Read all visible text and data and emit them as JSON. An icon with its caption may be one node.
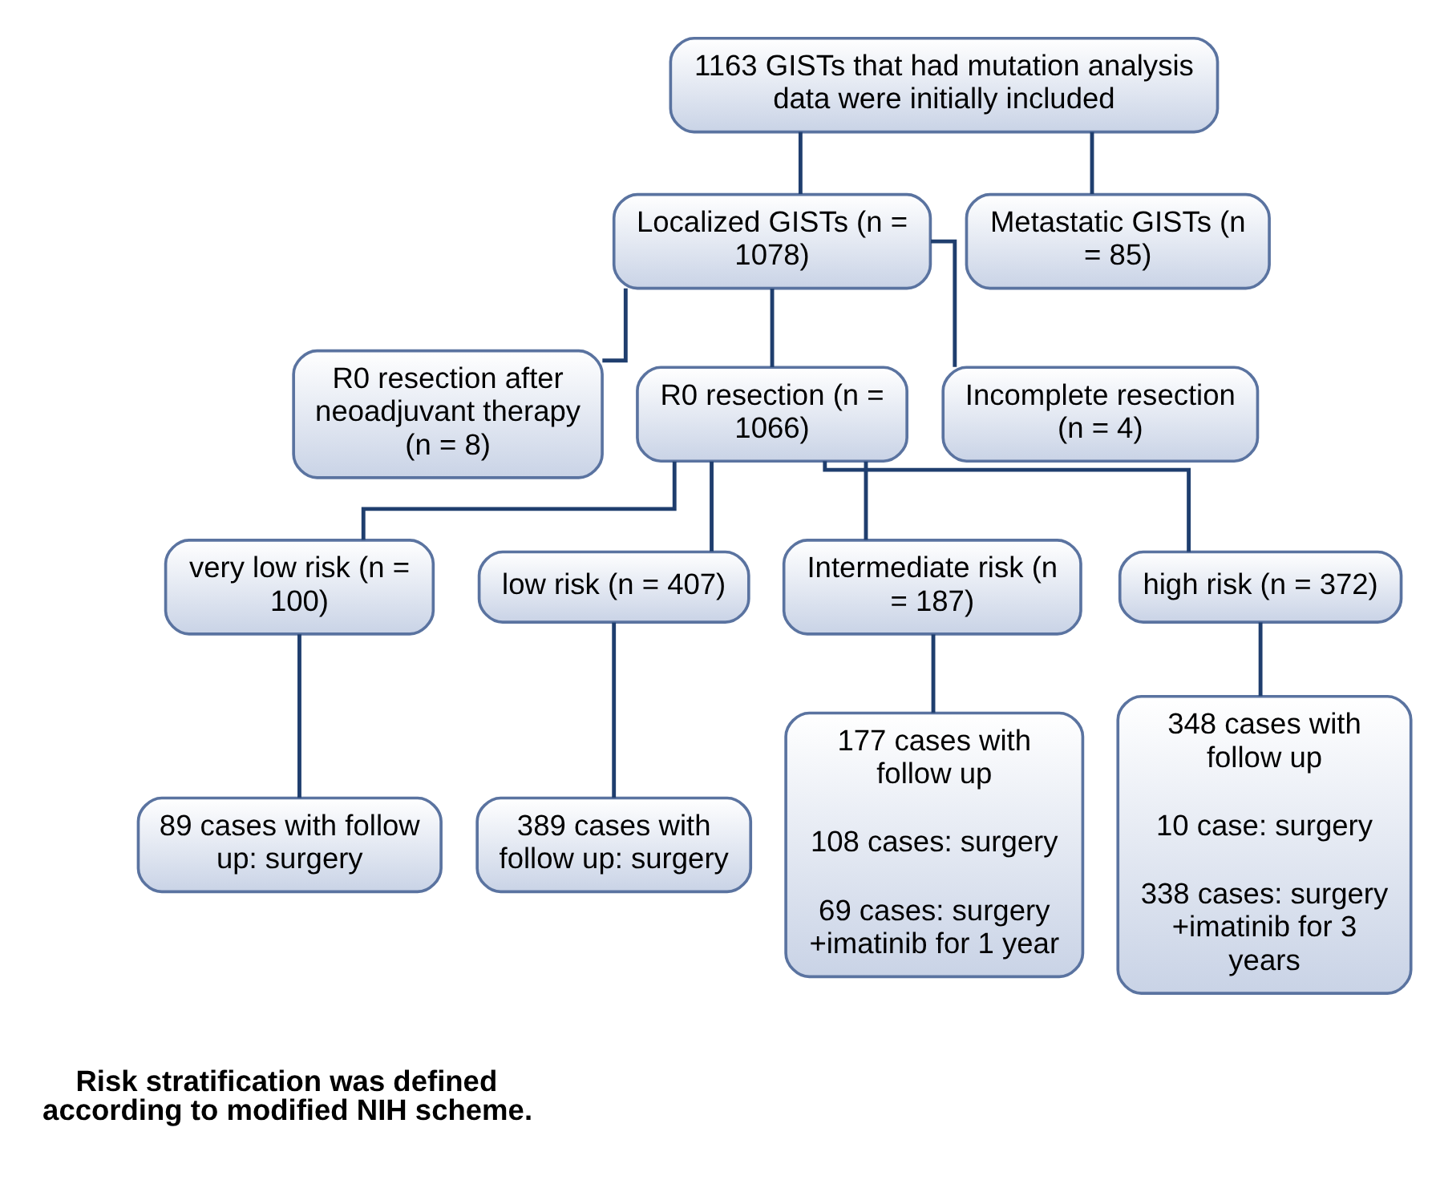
{
  "diagram": {
    "nodes": [
      {
        "text": [
          "1163 GISTs that had mutation analysis data were initially included"
        ]
      },
      {
        "text": [
          "Localized GISTs (n = 1078)"
        ]
      },
      {
        "text": [
          "Metastatic GISTs (n = 85)"
        ]
      },
      {
        "text": [
          "R0 resection after neoadjuvant therapy (n = 8)"
        ]
      },
      {
        "text": [
          "R0 resection (n = 1066)"
        ]
      },
      {
        "text": [
          "Incomplete resection (n = 4)"
        ]
      },
      {
        "text": [
          "very low risk (n = 100)"
        ]
      },
      {
        "text": [
          "low risk (n = 407)"
        ]
      },
      {
        "text": [
          "Intermediate risk (n = 187)"
        ]
      },
      {
        "text": [
          "high risk (n = 372)"
        ]
      },
      {
        "text": [
          "89 cases with follow up: surgery"
        ]
      },
      {
        "text": [
          "389 cases with follow up: surgery"
        ]
      },
      {
        "text": [
          "177 cases with follow up",
          "108 cases: surgery",
          "69 cases: surgery +imatinib for 1 year"
        ]
      },
      {
        "text": [
          "348 cases with follow up",
          "10 case: surgery",
          "338 cases: surgery +imatinib for 3 years"
        ]
      }
    ],
    "edges": [
      {
        "from": 0,
        "to": 1,
        "arrow": "none"
      },
      {
        "from": 0,
        "to": 2,
        "arrow": "none"
      },
      {
        "from": 1,
        "to": 3,
        "arrow": "none"
      },
      {
        "from": 1,
        "to": 4,
        "arrow": "none"
      },
      {
        "from": 1,
        "to": 5,
        "arrow": "none"
      },
      {
        "from": 4,
        "to": 6,
        "arrow": "none"
      },
      {
        "from": 4,
        "to": 7,
        "arrow": "none"
      },
      {
        "from": 4,
        "to": 8,
        "arrow": "none"
      },
      {
        "from": 4,
        "to": 9,
        "arrow": "none"
      },
      {
        "from": 6,
        "to": 10,
        "arrow": "none"
      },
      {
        "from": 7,
        "to": 11,
        "arrow": "none"
      },
      {
        "from": 8,
        "to": 12,
        "arrow": "none"
      },
      {
        "from": 9,
        "to": 13,
        "arrow": "none"
      }
    ],
    "labels": [
      "Risk stratification was defined according to modified NIH scheme."
    ]
  }
}
